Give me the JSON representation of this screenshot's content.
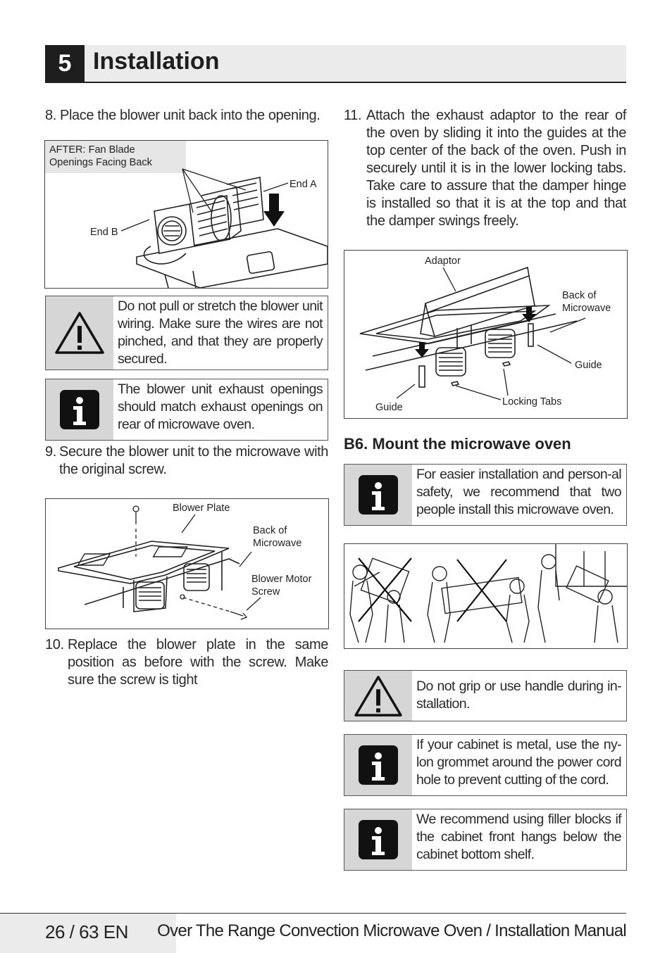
{
  "header": {
    "number": "5",
    "title": "Installation"
  },
  "left": {
    "step8": "8. Place the blower unit back into the opening.",
    "fig1": {
      "caption": "AFTER: Fan Blade\nOpenings Facing Back",
      "end_a": "End A",
      "end_b": "End B"
    },
    "warn1": "Do not pull or stretch the blower unit wiring. Make sure the wires are not pinched, and that they are properly secured.",
    "info1": "The blower unit exhaust openings should match exhaust openings on rear of microwave oven.",
    "step9": {
      "num": "9.",
      "text": "Secure the blower unit to the microwave with the original screw."
    },
    "fig2": {
      "blower_plate": "Blower Plate",
      "back_of": "Back of\nMicrowave",
      "screw": "Blower Motor\nScrew"
    },
    "step10": {
      "num": "10.",
      "text": "Replace the blower plate in the same position as before with the screw. Make sure the screw is tight"
    }
  },
  "right": {
    "step11": {
      "num": "11.",
      "text": "Attach the exhaust adaptor to the rear of the oven by sliding it into the guides at the top center of the back of the oven. Push in securely until it is in the lower locking tabs. Take care to assure that the damper hinge is installed so that it is at the top and that the damper swings freely."
    },
    "fig3": {
      "adaptor": "Adaptor",
      "back_of": "Back of\nMicrowave",
      "guide_r": "Guide",
      "guide_l": "Guide",
      "tabs": "Locking Tabs"
    },
    "b6_title": "B6. Mount the microwave oven",
    "info2": "For easier installation and person-al safety, we recommend that two people install this microwave oven.",
    "warn2": "Do not grip or use handle during in-stallation.",
    "info3": "If your cabinet is metal, use the ny-lon grommet around the power cord hole to prevent cutting of the cord.",
    "info4": "We recommend using filler blocks if the cabinet front hangs below the cabinet bottom shelf."
  },
  "footer": {
    "page": "26 / 63 EN",
    "title": "Over The Range Convection Microwave Oven / Installation Manual"
  }
}
